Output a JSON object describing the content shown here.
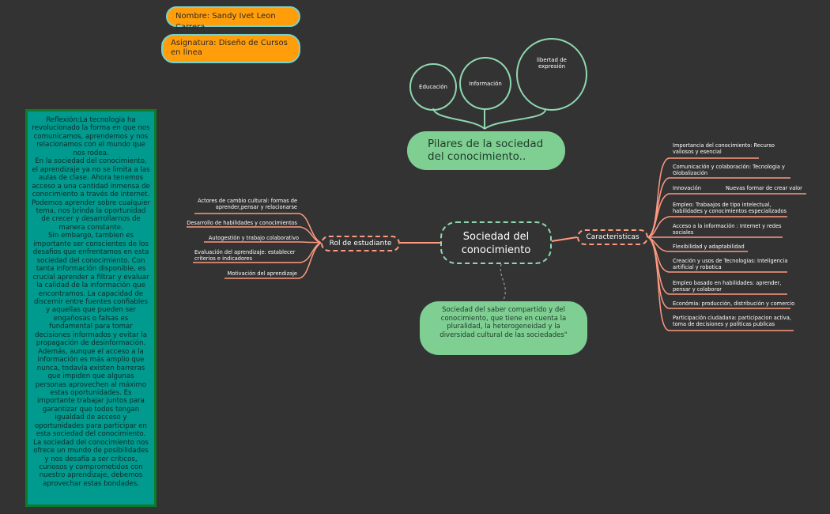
{
  "student": {
    "name": "Nombre: Sandy Ivet Leon Carrera"
  },
  "course": {
    "label": "Asignatura: Diseño de Cursos en linea"
  },
  "reflection": {
    "text": "Reflexión:La tecnologia ha revolucionado la forma en que nos comunicamos, aprendemos y nos relacionamos con el mundo que nos rodea.\nEn la sociedad del conocimiento, el aprendizaje ya no se limita a las aulas de clase. Ahora tenemos acceso a una cantidad inmensa de conocimiento a través de internet. Podemos aprender sobre cualquier tema, nos brinda la oportunidad de crecer y desarrollarnos de manera constante.\nSin embargo, tambien es importante ser conscientes de los desafios que enfrentamos en esta sociedad del conocimiento. Con tanta información disponible, es crucial aprender a filtrar y evaluar la calidad de la información que encontramos. La capacidad de discernir entre fuentes confiables y aquellas que pueden ser engañosas o falsas es fundamental para tomar decisiones informados y evitar la propagación de desinformación.\nAdemás, aunque el acceso a la información es más amplio que nunca, todavía existen barreras que impiden que algunas personas aprovechen al máximo estas oportunidades. Es importante trabajar juntos para garantizar que todos tengan igualdad de acceso y oportunidades para participar en esta sociedad del conocimiento.\nLa sociedad del conocimiento nos ofrece un mundo de posibilidades y nos desafía a ser críticos, curiosos y comprometidos con nuestro aprendizaje, debemos aprovechar estas bondades."
  },
  "pillars": {
    "circles": [
      "Educación",
      "Información",
      "libertad de expresión"
    ],
    "title": "Pilares de la sociedad del conocimiento.."
  },
  "central": {
    "title": "Sociedad del conocimiento"
  },
  "definition": {
    "text": "Sociedad del saber compartido y del conocimiento, que tiene en cuenta la pluralidad, la heterogeneidad y la diversidad cultural de las sociedades\""
  },
  "student_role": {
    "title": "Rol de estudiante",
    "items": [
      "Actores de cambio cultural: formas de aprender,pensar y relacionarse",
      "Desarrollo de habilidades y conocimientos",
      "Autogestión y trabajo colaborativo",
      "Evaluación del aprendizaje: establecer criterios e indicadores",
      "Motivación del aprendizaje"
    ]
  },
  "characteristics": {
    "title": "Caracteristicas",
    "items": [
      "Importancia del conocimiento: Recurso valiosos y esencial",
      "Comunicación y colaboración: Tecnologia y Globalización",
      "Innovación",
      "Empleo: Trabaajos de tipo intelectual, habilidades y conocimientos especializados",
      "Acceso a la información : Internet y redes sociales",
      "Flexibilidad y adaptabilidad",
      "Creación y usos de Tecnologias: Inteligencia artificial y robotica",
      "Empleo basado en habilidades: aprender, pensar y colaborar",
      "Económia: producción, distribución y comercio",
      "Participación ciudadana: participacion activa, toma de decisiones y politicas publicas"
    ],
    "innovation_detail": "Nuevas formar de crear valor"
  },
  "colors": {
    "background": "#333333",
    "orange": "#ff9e0a",
    "teal": "#009a8e",
    "green": "#7fcf93",
    "salmon": "#ff9980",
    "mint": "#8fd8b0"
  }
}
